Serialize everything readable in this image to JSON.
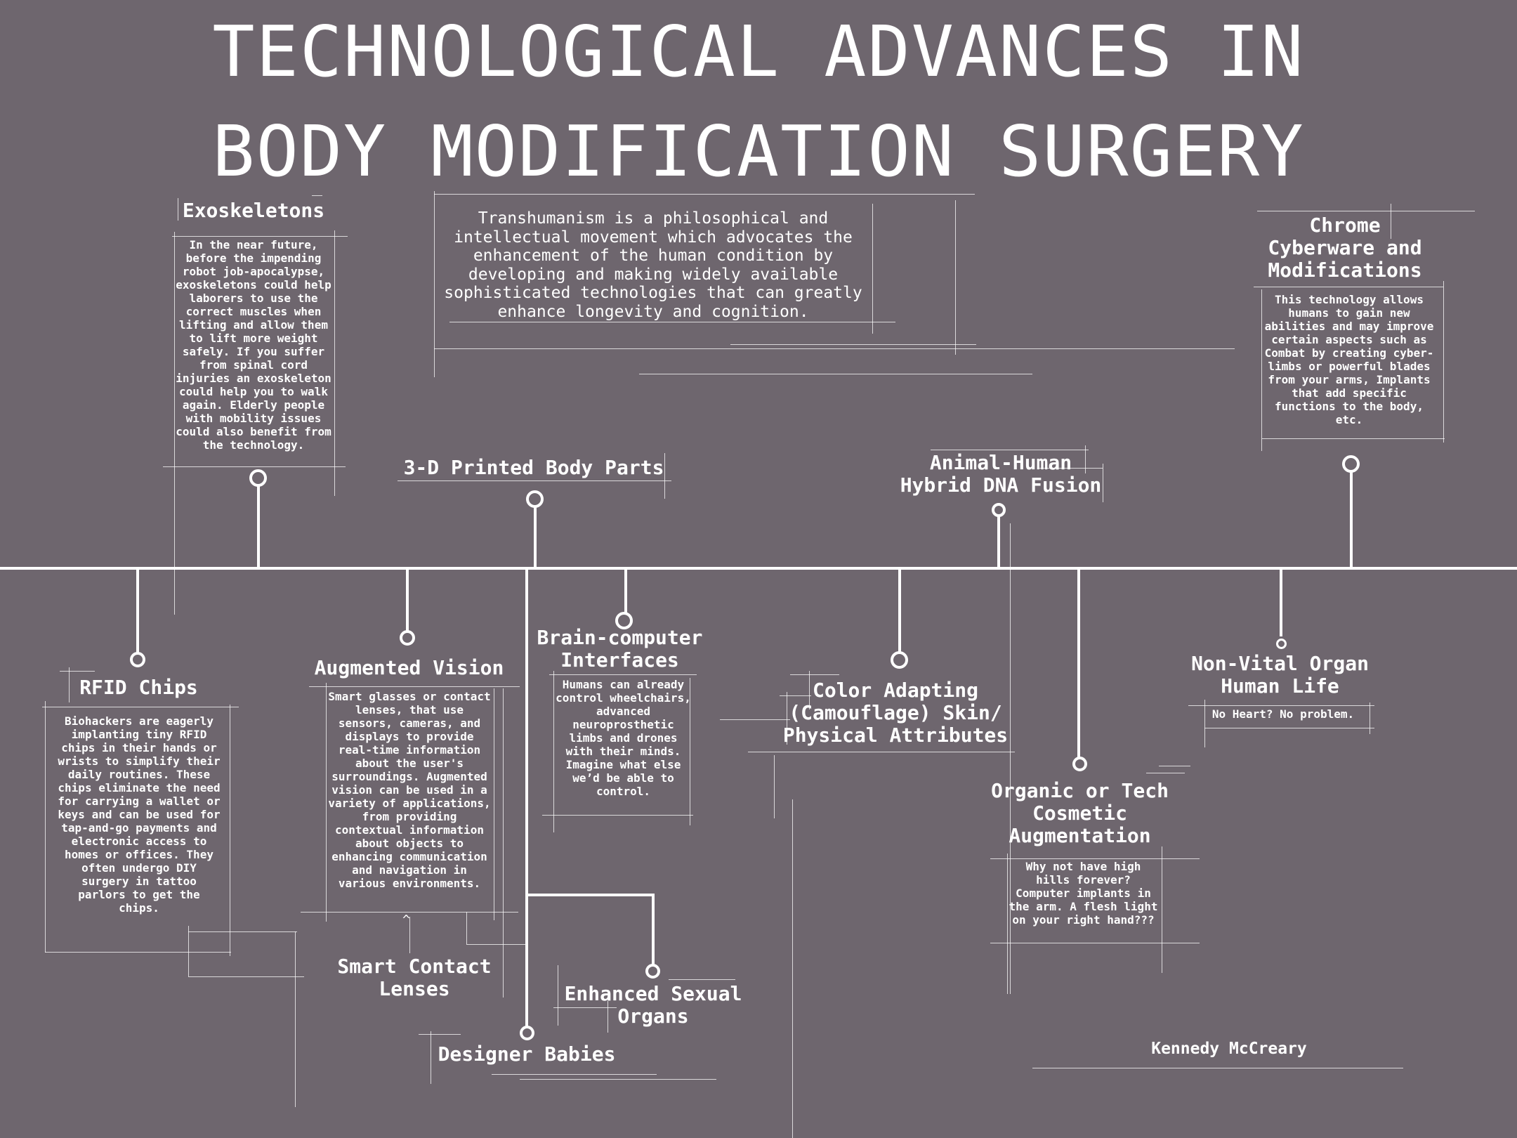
{
  "title": {
    "line1": "TECHNOLOGICAL ADVANCES IN",
    "line2": "BODY MODIFICATION SURGERY"
  },
  "intro": "Transhumanism is a philosophical and intellectual movement which advocates the enhancement of the human condition by developing and making widely available sophisticated technologies that can greatly enhance longevity and cognition.",
  "items": {
    "exoskeletons": {
      "heading": "Exoskeletons",
      "body": "In the near future, before the impending robot job-apocalypse, exoskeletons could help laborers to use the correct muscles when lifting and allow them to lift more weight safely. If you suffer from spinal cord injuries an exoskeleton could help you to walk again. Elderly people with mobility issues could also benefit from the technology."
    },
    "printed_parts": {
      "heading": "3-D Printed Body Parts"
    },
    "hybrid_dna": {
      "heading": "Animal-Human Hybrid DNA Fusion"
    },
    "chrome": {
      "heading": "Chrome Cyberware and Modifications",
      "body": "This technology allows humans to gain new abilities and may improve certain aspects such as Combat by creating cyber-limbs or powerful blades from your arms, Implants that add specific functions to the body, etc."
    },
    "rfid": {
      "heading": "RFID Chips",
      "body": "Biohackers are eagerly implanting tiny RFID chips in their hands or wrists to simplify their daily routines. These chips eliminate the need for carrying a wallet or keys and can be used for tap-and-go payments and electronic access to homes or offices. They often undergo DIY surgery in tattoo parlors to get the chips."
    },
    "augmented_vision": {
      "heading": "Augmented Vision",
      "body": "Smart glasses or contact lenses, that use sensors, cameras, and displays to provide real-time information about the user's surroundings. Augmented vision can be used in a variety of applications, from providing contextual information about objects to enhancing communication and navigation in various environments."
    },
    "smart_lenses": {
      "heading": "Smart Contact Lenses"
    },
    "bci": {
      "heading": "Brain-computer Interfaces",
      "body": "Humans can already control wheelchairs, advanced neuroprosthetic limbs and drones with their minds. Imagine what else we’d be able to control."
    },
    "sexual_organs": {
      "heading": "Enhanced Sexual Organs"
    },
    "designer_babies": {
      "heading": "Designer Babies"
    },
    "color_skin": {
      "heading": "Color Adapting (Camouflage) Skin/ Physical Attributes"
    },
    "cosmetic": {
      "heading": "Organic or Tech Cosmetic Augmentation",
      "body": "Why not have high hills forever? Computer implants in the arm. A flesh light on your right hand???"
    },
    "organ_life": {
      "heading": "Non-Vital Organ Human Life",
      "body": "No Heart? No problem."
    }
  },
  "author": "Kennedy McCreary"
}
